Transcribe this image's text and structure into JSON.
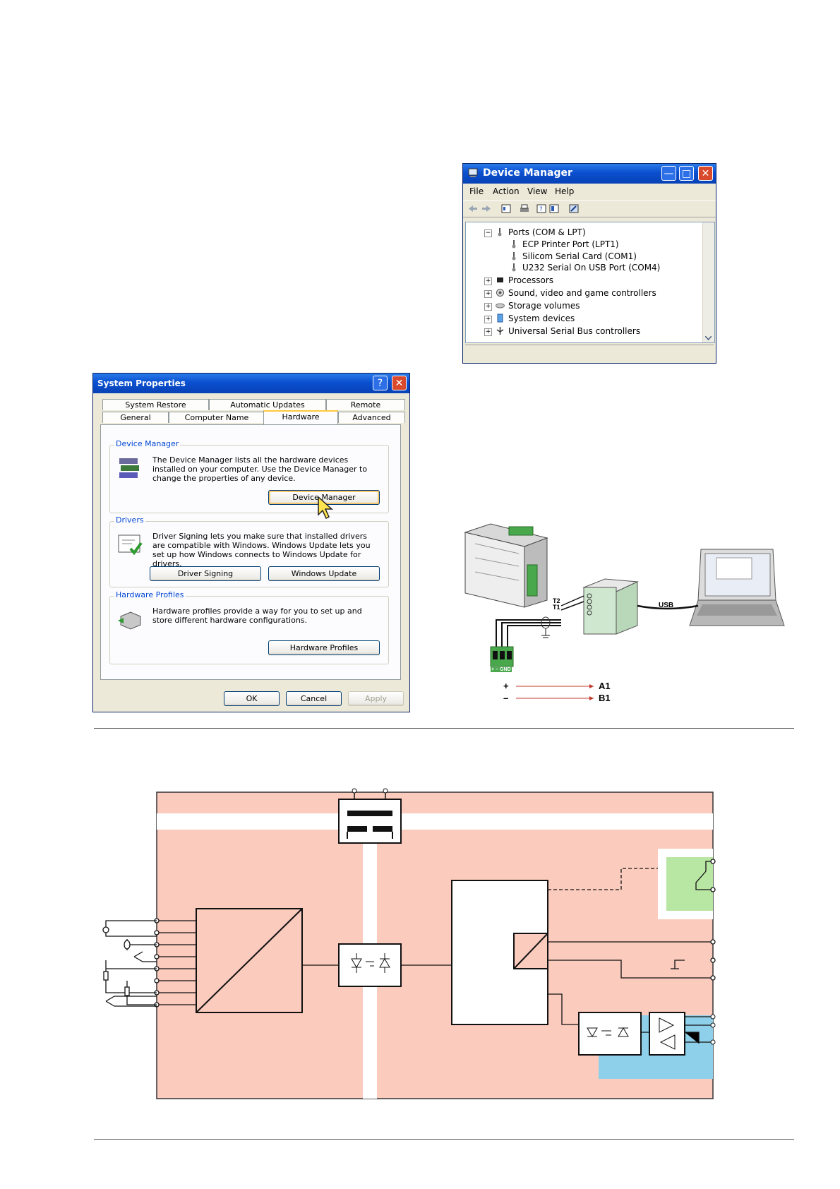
{
  "device_manager": {
    "title": "Device Manager",
    "menu": [
      "File",
      "Action",
      "View",
      "Help"
    ],
    "tree": [
      {
        "label": "Ports (COM & LPT)",
        "expanded": true
      },
      {
        "label": "ECP Printer Port (LPT1)"
      },
      {
        "label": "Silicom Serial Card (COM1)"
      },
      {
        "label": "U232 Serial On USB Port (COM4)"
      },
      {
        "label": "Processors"
      },
      {
        "label": "Sound, video and game controllers"
      },
      {
        "label": "Storage volumes"
      },
      {
        "label": "System devices"
      },
      {
        "label": "Universal Serial Bus controllers"
      }
    ]
  },
  "system_properties": {
    "title": "System Properties",
    "tabs_row1": [
      "System Restore",
      "Automatic Updates",
      "Remote"
    ],
    "tabs_row2": [
      "General",
      "Computer Name",
      "Hardware",
      "Advanced"
    ],
    "groups": {
      "device_manager": {
        "label": "Device Manager",
        "text": "The Device Manager lists all the hardware devices installed on your computer. Use the Device Manager to change the properties of any device.",
        "button": "Device Manager"
      },
      "drivers": {
        "label": "Drivers",
        "text": "Driver Signing lets you make sure that installed drivers are compatible with Windows. Windows Update lets you set up how Windows connects to Windows Update for drivers.",
        "button1": "Driver Signing",
        "button2": "Windows Update"
      },
      "hardware_profiles": {
        "label": "Hardware Profiles",
        "text": "Hardware profiles provide a way for you to set up and store different hardware configurations.",
        "button": "Hardware Profiles"
      }
    },
    "ok": "OK",
    "cancel": "Cancel",
    "apply": "Apply"
  },
  "wiring": {
    "t2": "T2",
    "t1": "T1",
    "usb": "USB",
    "plus": "+",
    "minus": "–",
    "a1": "A1",
    "b1": "B1",
    "terminal": "+ − GND"
  },
  "colors": {
    "diagram_bg": "#fbcbbd",
    "relay_bg": "#b8e6a3",
    "rs485_bg": "#8ecfea",
    "xp_blue": "#0a4fd0"
  }
}
